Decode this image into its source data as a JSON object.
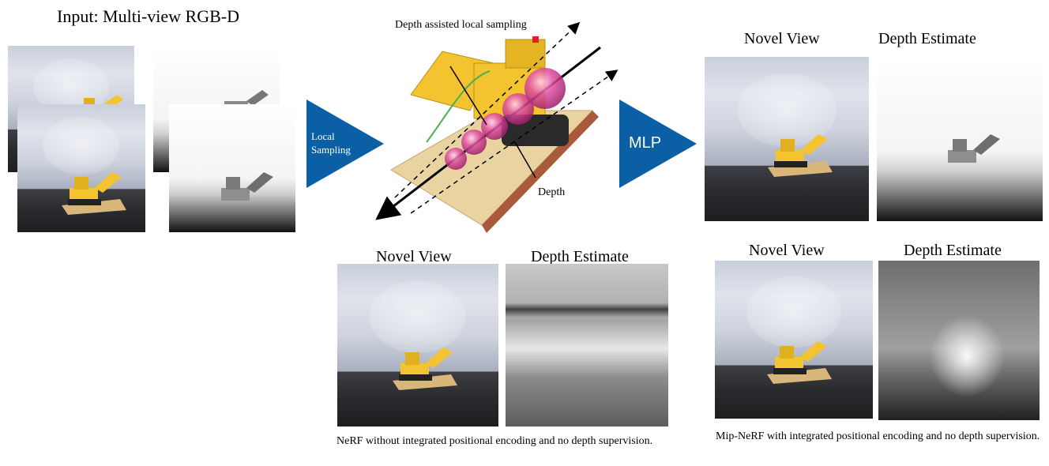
{
  "input": {
    "title": "Input: Multi-view RGB-D"
  },
  "arrows": {
    "local_sampling": "Local\nSampling",
    "mlp": "MLP"
  },
  "scene": {
    "top_label": "Depth assisted local sampling",
    "depth_label": "Depth"
  },
  "outputs": {
    "top_right": {
      "novel_view": "Novel View",
      "depth_estimate": "Depth Estimate"
    },
    "bottom_middle": {
      "novel_view": "Novel View",
      "depth_estimate": "Depth Estimate",
      "caption": "NeRF without integrated positional encoding and no depth supervision."
    },
    "bottom_right": {
      "novel_view": "Novel View",
      "depth_estimate": "Depth Estimate",
      "caption": "Mip-NeRF with integrated positional encoding and no depth supervision."
    }
  },
  "colors": {
    "arrow_blue": "#0b5fa5",
    "sphere_pink": "#e0419a",
    "loader_yellow": "#f4c430",
    "base_tan": "#e8d3a1"
  },
  "icons": {
    "excavator": "lego-excavator-icon"
  }
}
